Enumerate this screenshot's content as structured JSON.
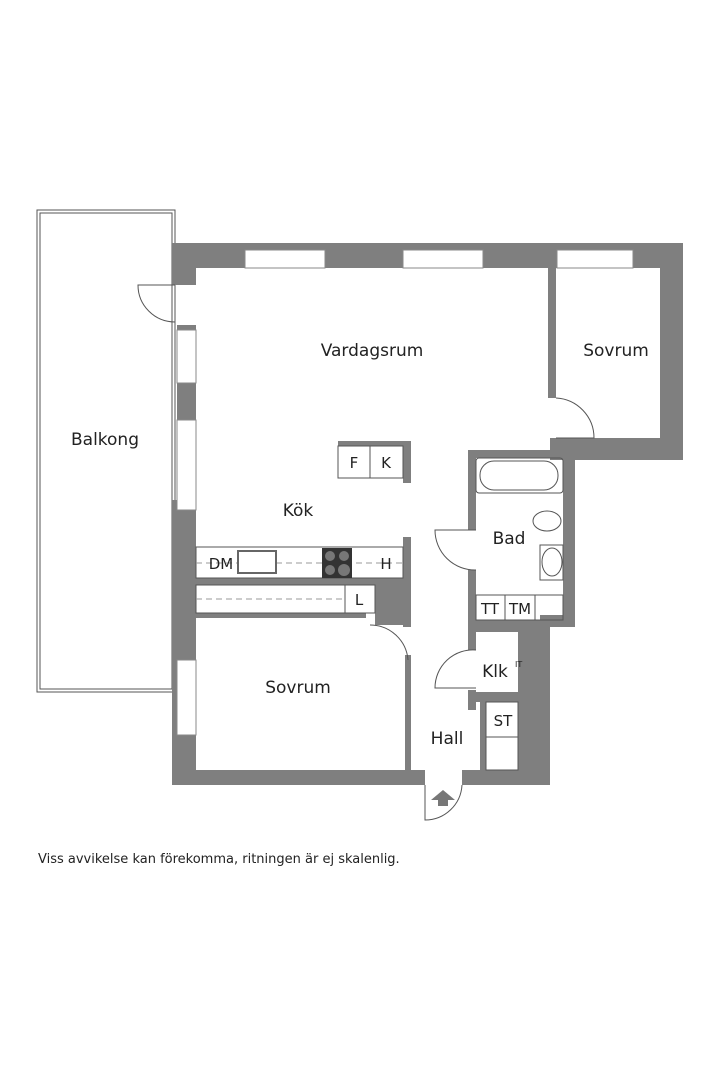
{
  "rooms": {
    "vardagsrum": "Vardagsrum",
    "sovrum_top": "Sovrum",
    "sovrum_bottom": "Sovrum",
    "balkong": "Balkong",
    "kok": "Kök",
    "bad": "Bad",
    "klk": "Klk",
    "hall": "Hall"
  },
  "fixtures": {
    "fridge": "F",
    "freezer": "K",
    "dishwasher": "DM",
    "cabinet_h": "H",
    "cabinet_l": "L",
    "dryer": "TT",
    "washer": "TM",
    "storage": "ST",
    "it": "IT"
  },
  "colors": {
    "wall": "#7f7f7f"
  },
  "disclaimer": "Viss avvikelse kan förekomma, ritningen är ej skalenlig."
}
